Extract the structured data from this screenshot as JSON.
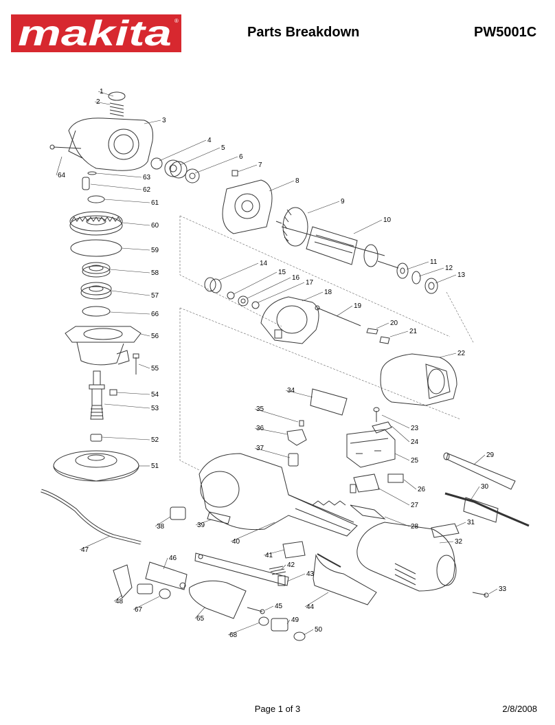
{
  "header": {
    "brand": "makita",
    "title": "Parts Breakdown",
    "model": "PW5001C"
  },
  "colors": {
    "brand_red": "#d7282f",
    "line": "#333333"
  },
  "diagram": {
    "callouts": [
      "1",
      "2",
      "3",
      "4",
      "5",
      "6",
      "7",
      "8",
      "9",
      "10",
      "11",
      "12",
      "13",
      "14",
      "15",
      "16",
      "17",
      "18",
      "19",
      "20",
      "21",
      "22",
      "23",
      "24",
      "25",
      "26",
      "27",
      "28",
      "29",
      "30",
      "31",
      "32",
      "33",
      "34",
      "35",
      "36",
      "37",
      "38",
      "39",
      "40",
      "41",
      "42",
      "43",
      "44",
      "45",
      "46",
      "47",
      "48",
      "49",
      "50",
      "51",
      "52",
      "53",
      "54",
      "55",
      "56",
      "57",
      "58",
      "59",
      "60",
      "61",
      "62",
      "63",
      "64",
      "65",
      "66",
      "67",
      "68"
    ]
  },
  "footer": {
    "page": "Page 1 of 3",
    "date": "2/8/2008"
  }
}
